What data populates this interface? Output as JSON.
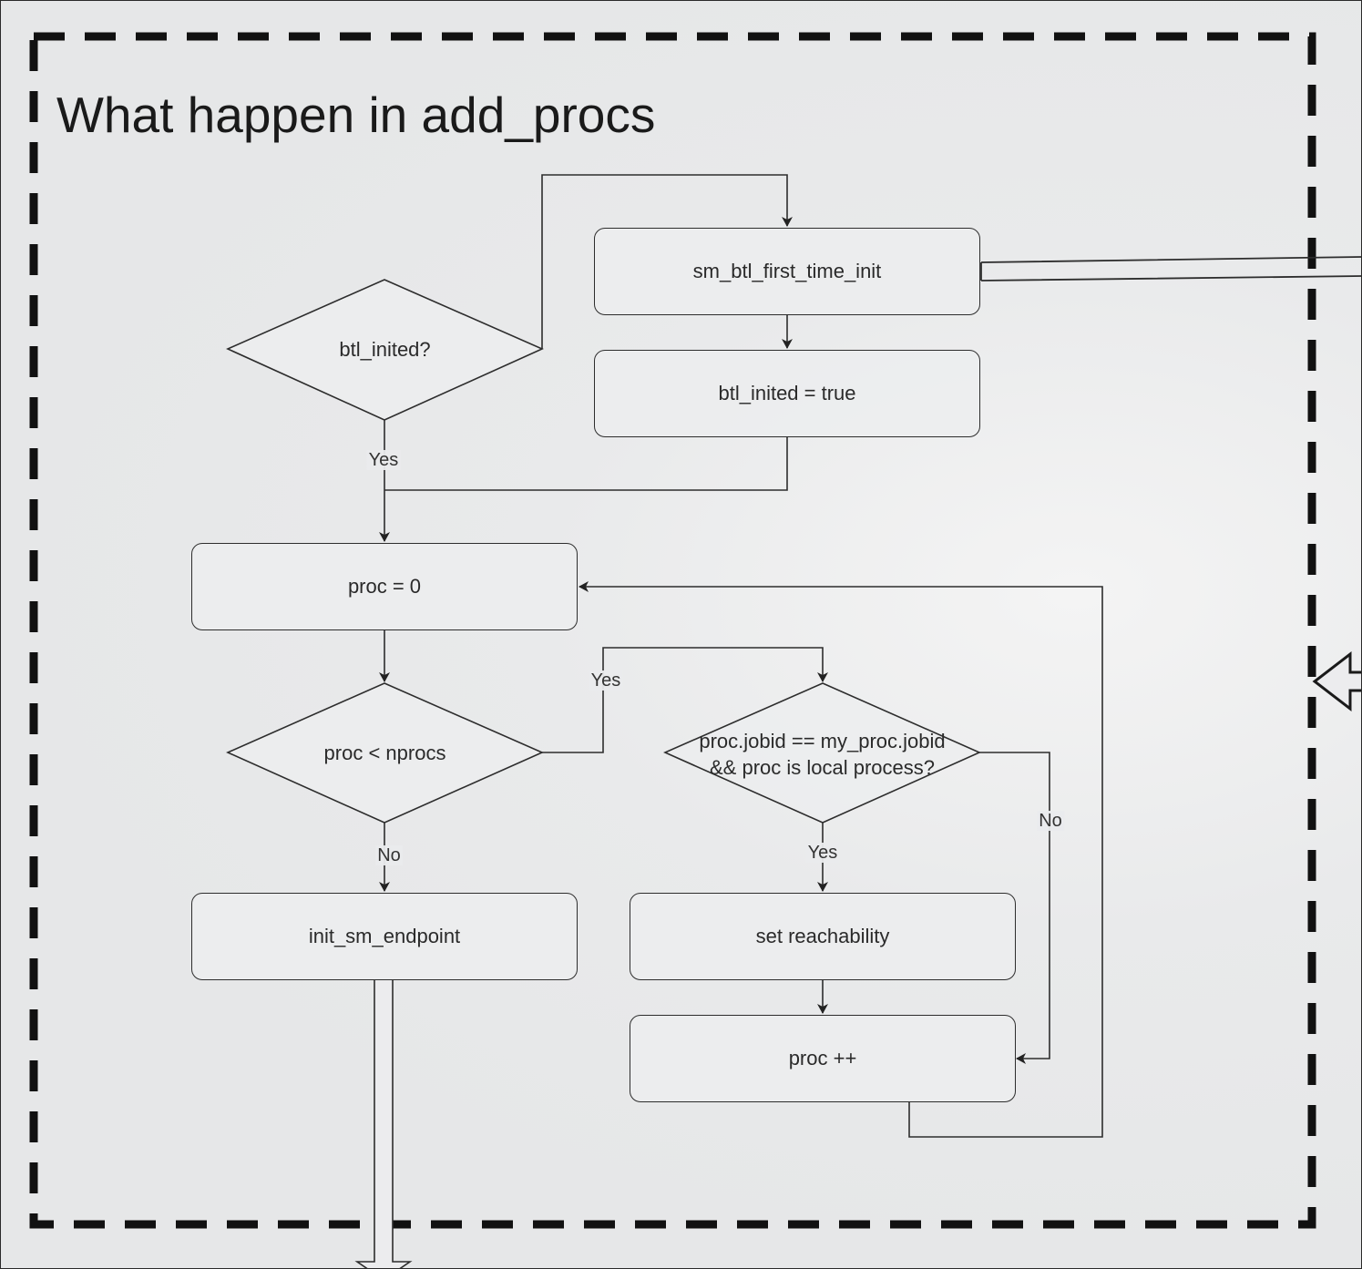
{
  "diagram": {
    "title": "What happen in add_procs",
    "nodes": {
      "btl_inited_check": "btl_inited?",
      "first_time_init": "sm_btl_first_time_init",
      "set_btl_inited": "btl_inited = true",
      "proc_init": "proc = 0",
      "proc_loop_check": "proc < nprocs",
      "jobid_check_line1": "proc.jobid == my_proc.jobid",
      "jobid_check_line2": "&& proc is local process?",
      "init_endpoint": "init_sm_endpoint",
      "set_reachability": "set reachability",
      "proc_increment": "proc ++"
    },
    "edge_labels": {
      "btl_inited_yes": "Yes",
      "loop_yes": "Yes",
      "loop_no": "No",
      "jobid_yes": "Yes",
      "jobid_no": "No"
    }
  },
  "colors": {
    "background": "#e8e9ea",
    "stroke": "#2d2d2d",
    "text": "#2a2a2a"
  }
}
